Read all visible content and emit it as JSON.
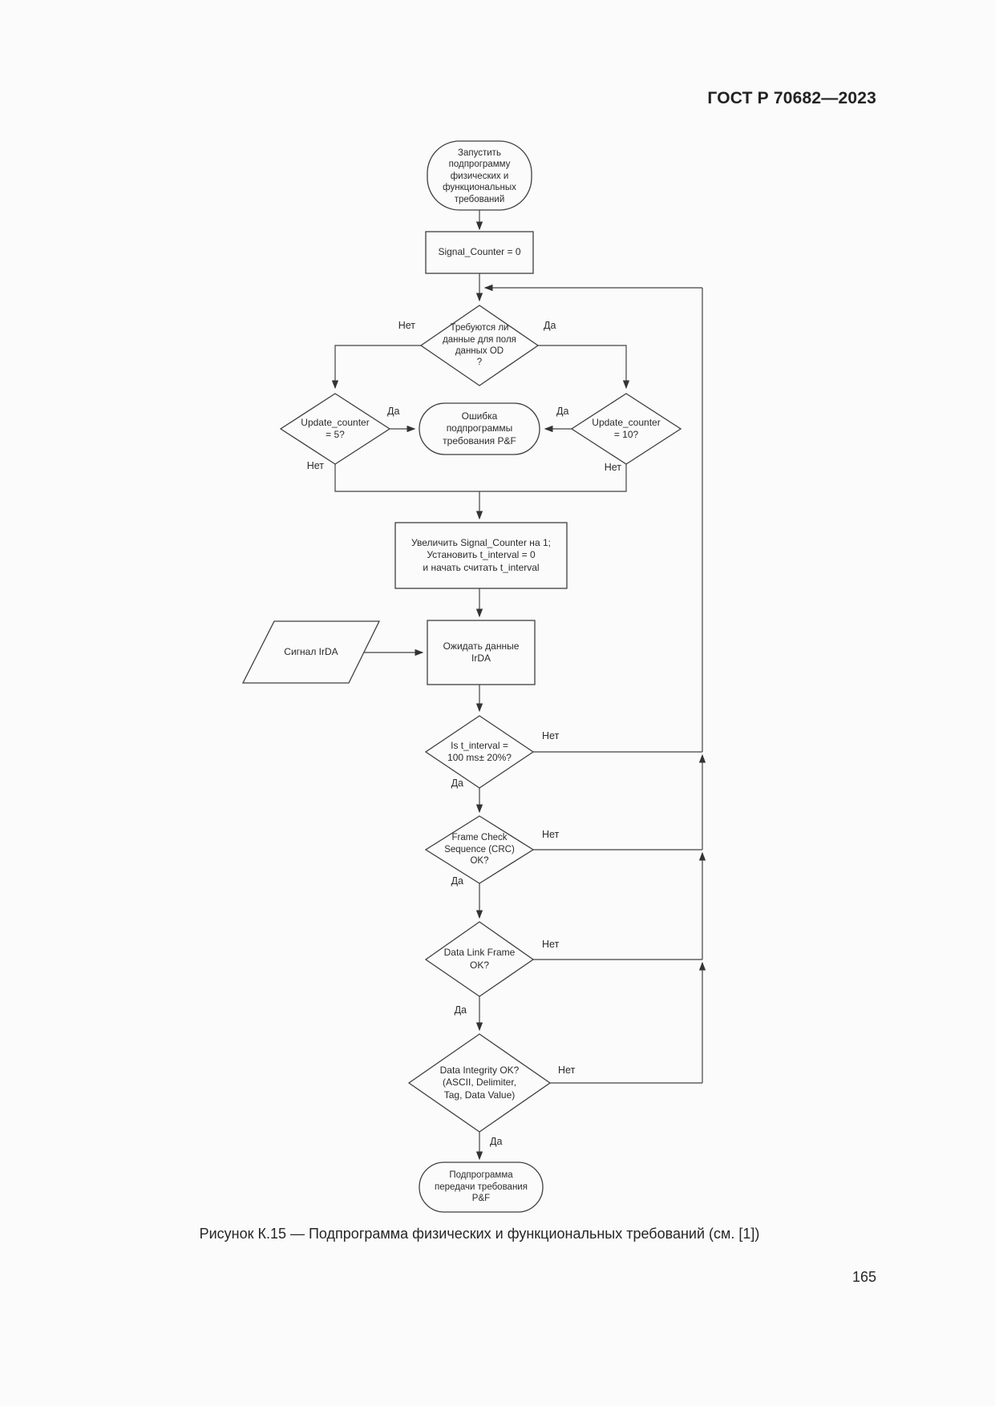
{
  "page": {
    "header": "ГОСТ Р 70682—2023",
    "caption": "Рисунок К.15 — Подпрограмма физических и функциональных требований (см. [1])",
    "page_number": "165"
  },
  "flowchart": {
    "nodes": {
      "start": "Запустить\nподпрограмму\nфизических и\nфункциональных\nтребований",
      "signal_counter": "Signal_Counter = 0",
      "od_request": "Требуются ли\nданные для поля\nданных OD\n?",
      "update_counter_5": "Update_counter\n= 5?",
      "pf_error": "Ошибка\nподпрограммы\nтребования P&F",
      "update_counter_10": "Update_counter\n= 10?",
      "increment_counter": "Увеличить Signal_Counter на 1;\nУстановить t_interval = 0\nи начать считать t_interval",
      "irda_signal": "Сигнал IrDA",
      "wait_irda": "Ожидать данные\nIrDA",
      "t_interval_check": "Is t_interval =\n100 ms± 20%?",
      "frame_check": "Frame Check\nSequence (CRC)\nOK?",
      "data_link_check": "Data Link Frame\nOK?",
      "data_integrity_check": "Data Integrity OK?\n(ASCII, Delimiter,\nTag, Data Value)",
      "end": "Подпрограмма\nпередачи требования\nP&F"
    },
    "labels": {
      "yes": "Да",
      "no": "Нет"
    }
  }
}
